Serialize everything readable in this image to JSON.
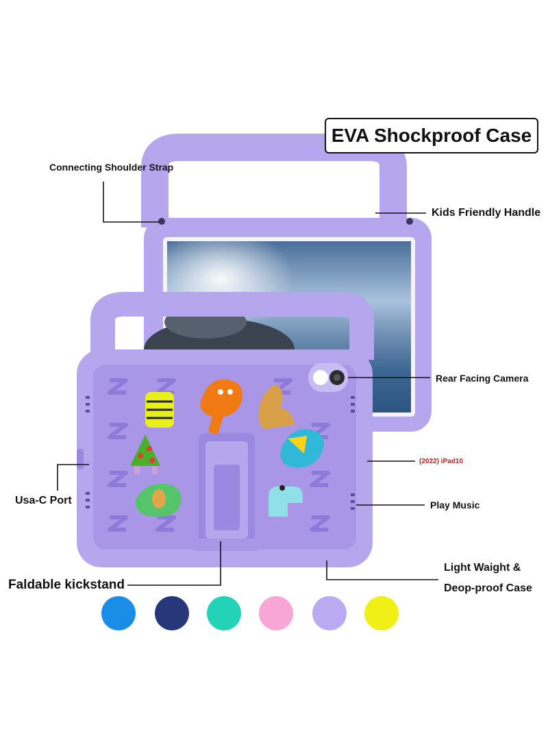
{
  "title": "EVA Shockproof Case",
  "callouts": {
    "shoulder_strap": "Connecting Shoulder Strap",
    "handle": "Kids Friendly Handle",
    "camera": "Rear Facing Camera",
    "model": "(2022)  iPad10",
    "port": "Usa-C Port",
    "music": "Play Music",
    "kickstand": "Faldable kickstand",
    "light_line1": "Light Waight &",
    "light_line2": "Deop-proof Case"
  },
  "colors": {
    "case": "#b6a6ee",
    "case_dark": "#9b88e0",
    "swatches": [
      {
        "name": "blue-swatch",
        "hex": "#1a8ee6"
      },
      {
        "name": "navy-swatch",
        "hex": "#27387a"
      },
      {
        "name": "teal-swatch",
        "hex": "#22d3b8"
      },
      {
        "name": "pink-swatch",
        "hex": "#f7a6d6"
      },
      {
        "name": "lavender-swatch",
        "hex": "#b9aaf2"
      },
      {
        "name": "yellow-swatch",
        "hex": "#f0f016"
      }
    ]
  }
}
